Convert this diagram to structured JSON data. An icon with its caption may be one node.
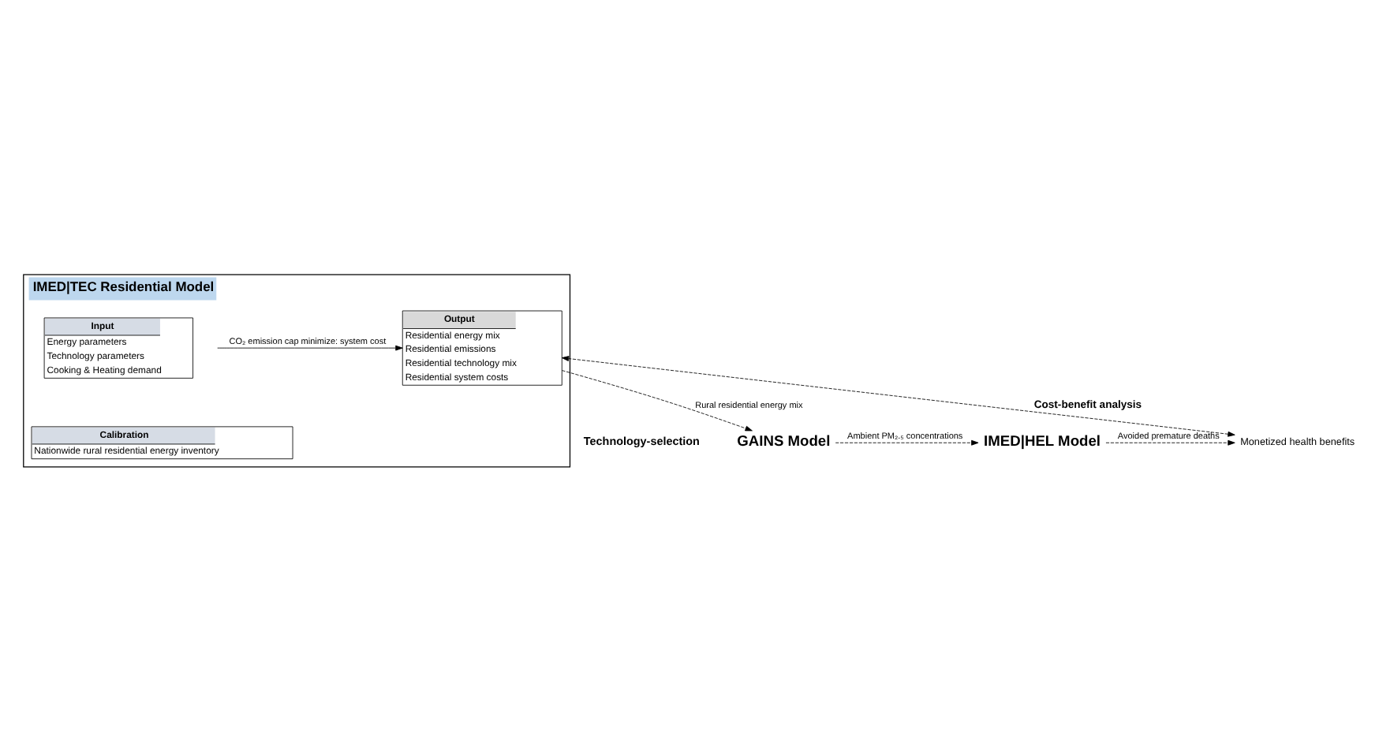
{
  "diagram": {
    "nodes": [
      {
        "text": [
          "IMED|TEC Residential Model"
        ]
      },
      {
        "text": [
          "Input",
          "Energy parameters",
          "Technology parameters",
          "Cooking & Heating demand"
        ],
        "in": 0
      },
      {
        "text": [
          "Calibration",
          "Nationwide rural residential energy inventory"
        ],
        "in": 0
      },
      {
        "text": [
          "Output",
          "Residential energy mix",
          "Residential emissions",
          "Residential technology mix",
          "Residential system costs"
        ],
        "in": 0
      },
      {
        "text": [
          "GAINS Model"
        ]
      },
      {
        "text": [
          "IMED|HEL Model"
        ]
      },
      {
        "text": [
          "Monetized health benefits"
        ]
      }
    ],
    "edges": [
      {
        "from": null,
        "to": 3,
        "arrow": "to",
        "label": "CO₂ emission cap minimize: system cost"
      },
      {
        "from": 3,
        "to": 4,
        "arrow": "to",
        "style": "dashed",
        "label": "Rural residential energy mix"
      },
      {
        "from": 4,
        "to": 5,
        "arrow": "to",
        "style": "dashed",
        "label": "Ambient PM₂.₅ concentrations"
      },
      {
        "from": 5,
        "to": 6,
        "arrow": "to",
        "style": "dashed",
        "label": "Avoided premature deaths"
      },
      {
        "from": 6,
        "to": 3,
        "arrow": "both",
        "style": "dashed",
        "label": "Cost-benefit analysis"
      }
    ],
    "labels": [
      "Technology-selection"
    ]
  }
}
